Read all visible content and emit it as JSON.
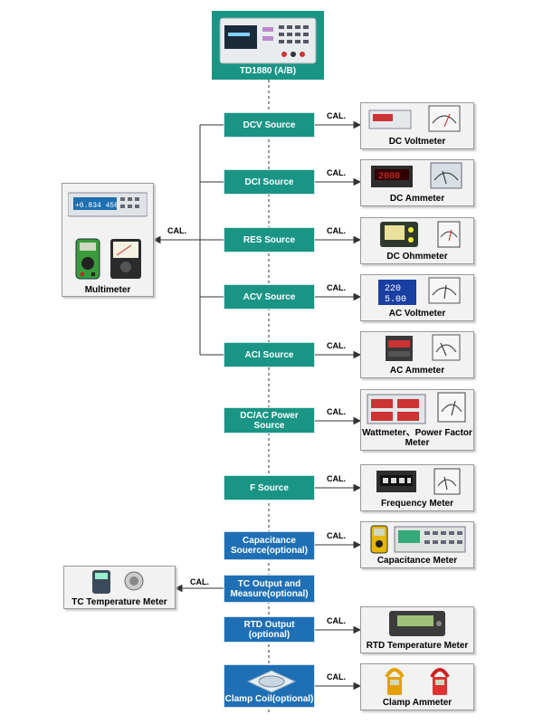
{
  "top_instrument": {
    "label": "TD1880 (A/B)"
  },
  "connector_label": "CAL.",
  "sources": [
    {
      "id": "dcv",
      "label": "DCV  Source",
      "optional": false
    },
    {
      "id": "dci",
      "label": "DCI  Source",
      "optional": false
    },
    {
      "id": "res",
      "label": "RES Source",
      "optional": false
    },
    {
      "id": "acv",
      "label": "ACV  Source",
      "optional": false
    },
    {
      "id": "aci",
      "label": "ACI  Source",
      "optional": false
    },
    {
      "id": "power",
      "label": "DC/AC Power Source",
      "optional": false
    },
    {
      "id": "freq",
      "label": "F Source",
      "optional": false
    },
    {
      "id": "cap",
      "label": "Capacitance Souerce(optional)",
      "optional": true
    },
    {
      "id": "tc",
      "label": "TC Output and Measure(optional)",
      "optional": true
    },
    {
      "id": "rtd",
      "label": "RTD Output (optional)",
      "optional": true
    },
    {
      "id": "clamp",
      "label": "Clamp Coil(optional)",
      "optional": true
    }
  ],
  "devices": {
    "dcv": "DC Voltmeter",
    "dci": "DC Ammeter",
    "res": "DC Ohmmeter",
    "acv": "AC Voltmeter",
    "aci": "AC Ammeter",
    "power": "Wattmeter、Power Factor Meter",
    "freq": "Frequency Meter",
    "cap": "Capacitance Meter",
    "tc": "TC Temperature Meter",
    "rtd": "RTD Temperature Meter",
    "clamp": "Clamp Ammeter",
    "multimeter": "Multimeter"
  },
  "screen_texts": {
    "multimeter_display": "+0.834 450",
    "dci_display": "2000",
    "acv_display_1": "220",
    "acv_display_2": "5.00"
  },
  "colors": {
    "teal": "#1a9585",
    "blue": "#1f6fb5",
    "device_bg": "#f2f2f2",
    "line": "#333333"
  }
}
